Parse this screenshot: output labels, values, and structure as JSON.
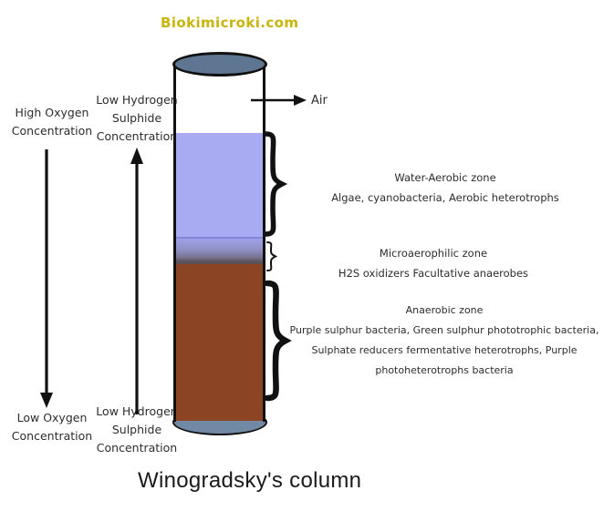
{
  "brand": "Biokimicroki.com",
  "title": "Winogradsky's column",
  "left_panel": {
    "high_oxygen": "High Oxygen\nConcentration",
    "low_oxygen": "Low Oxygen\nConcentration",
    "low_h2s_top": "Low Hydrogen\nSulphide\nConcentration",
    "low_h2s_bottom": "Low Hydrogen\nSulphide\nConcentration"
  },
  "column": {
    "air_label": "Air",
    "cap_top_color": "#5e7691",
    "cap_bottom_color": "#7289a6",
    "zones": [
      {
        "name": "air-gap",
        "color": "#ffffff"
      },
      {
        "name": "water-aerobic",
        "color": "#a8aaf2",
        "title": "Water-Aerobic zone",
        "description": "Algae, cyanobacteria, Aerobic heterotrophs"
      },
      {
        "name": "microaerophilic",
        "color_top": "#9fa1e8",
        "color_bottom": "#5a4f52",
        "title": "Microaerophilic zone",
        "description": "H2S oxidizers Facultative anaerobes"
      },
      {
        "name": "anaerobic",
        "color": "#8c4524",
        "title": "Anaerobic zone",
        "description": "Purple sulphur bacteria,  Green sulphur phototrophic bacteria, Sulphate reducers fermentative heterotrophs, Purple photoheterotrophs bacteria"
      }
    ]
  },
  "colors": {
    "brand": "#c8b40a",
    "ink": "#111111",
    "text": "#2d2d2d"
  }
}
